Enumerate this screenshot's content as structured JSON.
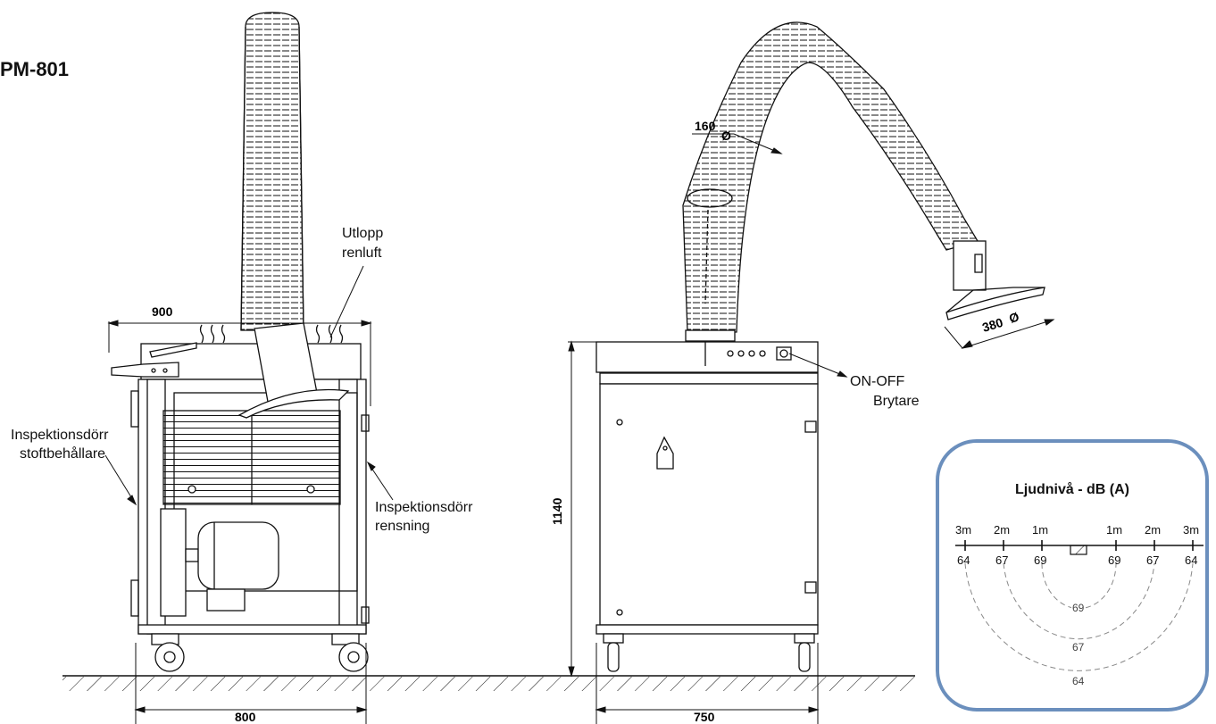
{
  "model": "PM-801",
  "labels": {
    "outlet": [
      "Utlopp",
      "renluft"
    ],
    "door_left": [
      "Inspektionsdörr",
      "stoftbehållare"
    ],
    "door_right": [
      "Inspektionsdörr",
      "rensning"
    ],
    "switch": [
      "ON-OFF",
      "Brytare"
    ]
  },
  "dimensions": {
    "width_top": "900",
    "width_bottom_side": "800",
    "width_bottom_front": "750",
    "height": "1140",
    "hose_diameter": "160",
    "hood_diameter": "380",
    "diameter_symbol": "Ø"
  },
  "noise": {
    "title": "Ljudnivå  - dB (A)",
    "distances": [
      "3m",
      "2m",
      "1m",
      "1m",
      "2m",
      "3m"
    ],
    "values": [
      "64",
      "67",
      "69",
      "69",
      "67",
      "64"
    ],
    "arc_values": [
      "69",
      "67",
      "64"
    ]
  },
  "colors": {
    "frame": "#6b8fbd",
    "line": "#111111"
  }
}
